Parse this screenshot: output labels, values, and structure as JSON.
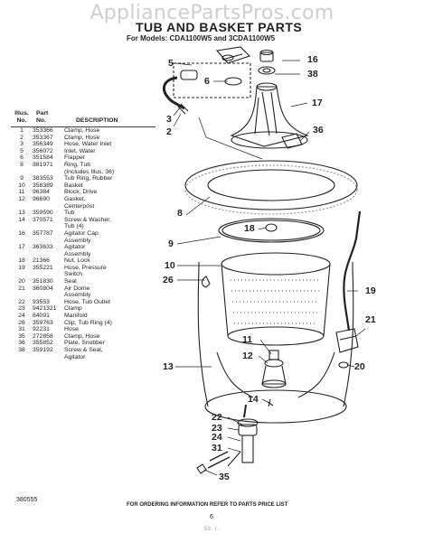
{
  "watermark": "AppliancePartsPros.com",
  "title": "TUB AND BASKET PARTS",
  "subtitle": "For Models: CDA1100W5 and 3CDA1100W5",
  "table": {
    "headers": {
      "illus": "Illus.\nNo.",
      "part": "Part\nNo.",
      "desc": "DESCRIPTION"
    },
    "rows": [
      {
        "n": "1",
        "p": "353366",
        "d": "Clamp, Hose"
      },
      {
        "n": "2",
        "p": "353367",
        "d": "Clamp, Hose"
      },
      {
        "n": "3",
        "p": "356349",
        "d": "Hose, Water Inlet"
      },
      {
        "n": "5",
        "p": "356072",
        "d": "Inlet, Water"
      },
      {
        "n": "6",
        "p": "351584",
        "d": "Flapper"
      },
      {
        "n": "8",
        "p": "381971",
        "d": "Ring, Tub"
      },
      {
        "n": "",
        "p": "",
        "d": "(Includes Illus. 36)"
      },
      {
        "n": "9",
        "p": "383553",
        "d": "Tub Ring, Rubber"
      },
      {
        "n": "10",
        "p": "358389",
        "d": "Basket"
      },
      {
        "n": "11",
        "p": "96384",
        "d": "Block, Drive"
      },
      {
        "n": "12",
        "p": "96690",
        "d": "Gasket,"
      },
      {
        "n": "",
        "p": "",
        "d": "Centerpost"
      },
      {
        "n": "13",
        "p": "359590",
        "d": "Tub"
      },
      {
        "n": "14",
        "p": "370571",
        "d": "Screw & Washer,"
      },
      {
        "n": "",
        "p": "",
        "d": "Tub (4)"
      },
      {
        "n": "16",
        "p": "357787",
        "d": "Agitator Cap"
      },
      {
        "n": "",
        "p": "",
        "d": "Assembly"
      },
      {
        "n": "17",
        "p": "363633",
        "d": "Agitator"
      },
      {
        "n": "",
        "p": "",
        "d": "Assembly"
      },
      {
        "n": "18",
        "p": "21366",
        "d": "Nut, Lock"
      },
      {
        "n": "19",
        "p": "355221",
        "d": "Hose, Pressure"
      },
      {
        "n": "",
        "p": "",
        "d": "Switch"
      },
      {
        "n": "20",
        "p": "351830",
        "d": "Seal"
      },
      {
        "n": "21",
        "p": "360804",
        "d": "Air Dome"
      },
      {
        "n": "",
        "p": "",
        "d": "Assembly"
      },
      {
        "n": "22",
        "p": "93553",
        "d": "Hose, Tub Outlet"
      },
      {
        "n": "23",
        "p": "9421321",
        "d": "Clamp"
      },
      {
        "n": "24",
        "p": "84091",
        "d": "Manifold"
      },
      {
        "n": "26",
        "p": "359763",
        "d": "Clip, Tub Ring (4)"
      },
      {
        "n": "31",
        "p": "92231",
        "d": "Hose"
      },
      {
        "n": "35",
        "p": "272858",
        "d": "Clamp, Hose"
      },
      {
        "n": "36",
        "p": "355852",
        "d": "Plate, Snubber"
      },
      {
        "n": "38",
        "p": "359192",
        "d": "Screw & Seal,"
      },
      {
        "n": "",
        "p": "",
        "d": "Agitator"
      }
    ]
  },
  "callouts": {
    "c16": "16",
    "c38": "38",
    "c17": "17",
    "c36": "36",
    "c5": "5",
    "c6": "6",
    "c3": "3",
    "c2": "2",
    "c8": "8",
    "c18": "18",
    "c9": "9",
    "c10": "10",
    "c26": "26",
    "c19": "19",
    "c21": "21",
    "c11": "11",
    "c12": "12",
    "c13": "13",
    "c20": "20",
    "c14": "14",
    "c22": "22",
    "c23": "23",
    "c24": "24",
    "c31": "31",
    "c35": "35"
  },
  "footer": "FOR ORDERING INFORMATION REFER TO PARTS PRICE LIST",
  "doc_number": "380555",
  "page_number": "6",
  "smudge": "53 . r ."
}
